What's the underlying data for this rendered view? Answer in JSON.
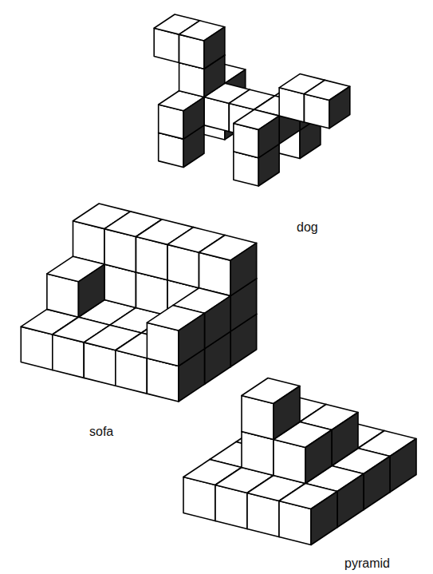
{
  "diagram": {
    "labels": [
      "dog",
      "sofa",
      "pyramid"
    ]
  }
}
